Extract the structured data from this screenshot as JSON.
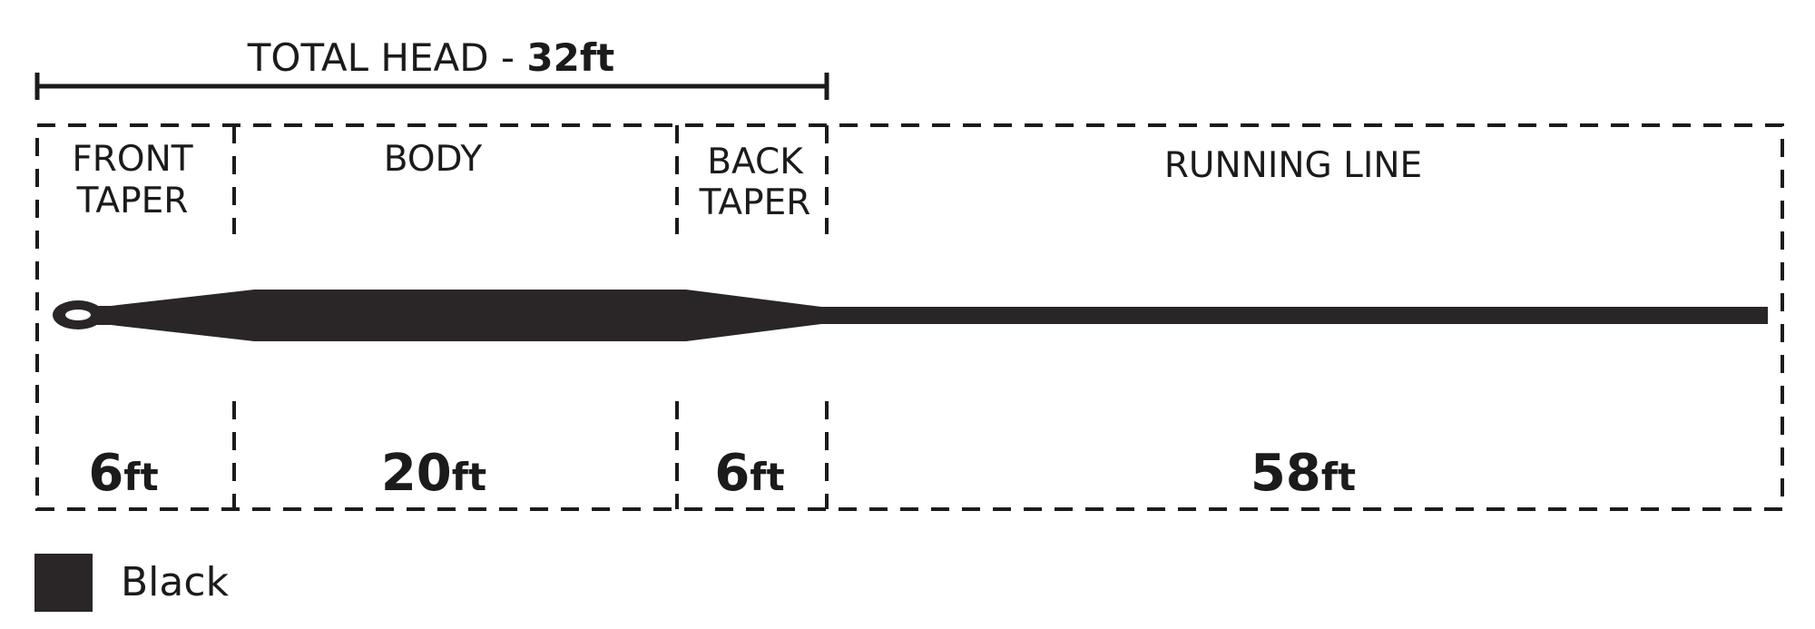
{
  "total_head": {
    "label": "TOTAL HEAD - ",
    "value": "32",
    "unit": "ft"
  },
  "sections": [
    {
      "id": "front-taper",
      "label_lines": [
        "FRONT",
        "TAPER"
      ],
      "length": "6",
      "unit": "ft"
    },
    {
      "id": "body",
      "label_lines": [
        "BODY"
      ],
      "length": "20",
      "unit": "ft"
    },
    {
      "id": "back-taper",
      "label_lines": [
        "BACK",
        "TAPER"
      ],
      "length": "6",
      "unit": "ft"
    },
    {
      "id": "running-line",
      "label_lines": [
        "RUNNING LINE"
      ],
      "length": "58",
      "unit": "ft"
    }
  ],
  "line_color": "#2a2526",
  "legend": {
    "color": "#2a2526",
    "label": "Black"
  }
}
